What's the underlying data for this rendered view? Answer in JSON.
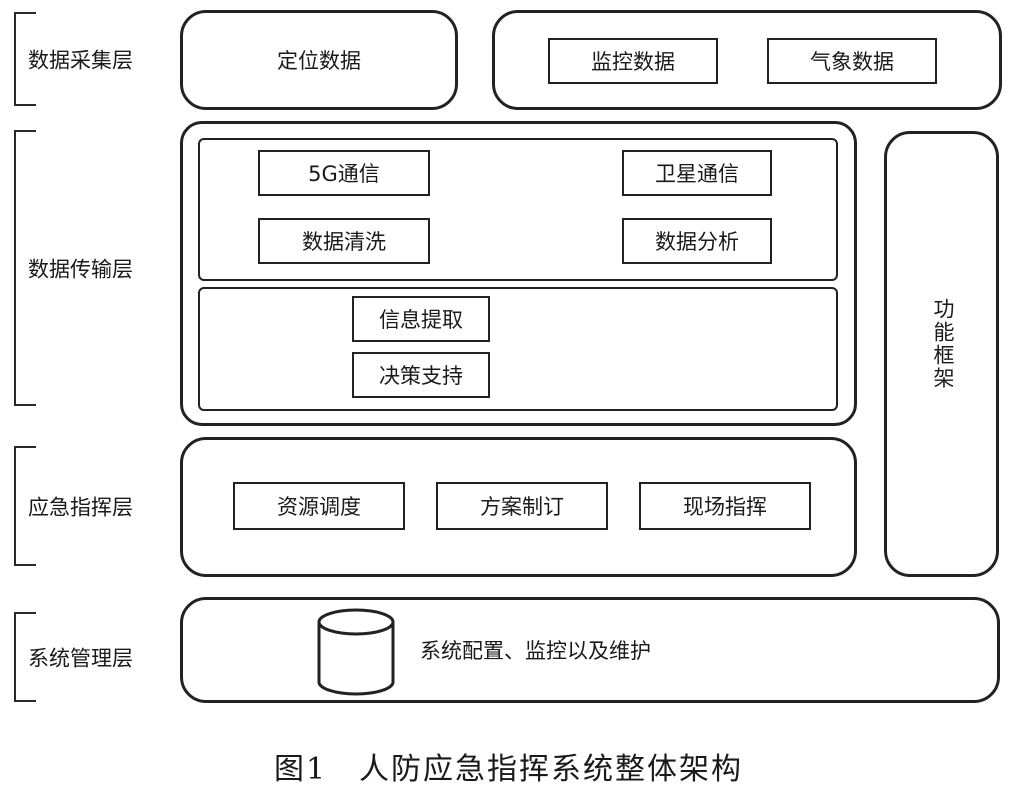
{
  "layers": {
    "collection": "数据采集层",
    "transmission": "数据传输层",
    "command": "应急指挥层",
    "management": "系统管理层"
  },
  "collection": {
    "positioning": "定位数据",
    "monitoring": "监控数据",
    "weather": "气象数据"
  },
  "transmission": {
    "comm_5g": "5G通信",
    "satellite": "卫星通信",
    "cleaning": "数据清洗",
    "analysis": "数据分析",
    "extraction": "信息提取",
    "decision": "决策支持"
  },
  "command": {
    "resource": "资源调度",
    "planning": "方案制订",
    "onsite": "现场指挥"
  },
  "management": {
    "text": "系统配置、监控以及维护",
    "icon": "database-icon"
  },
  "framework": "功能框架",
  "caption": "图1　人防应急指挥系统整体架构"
}
